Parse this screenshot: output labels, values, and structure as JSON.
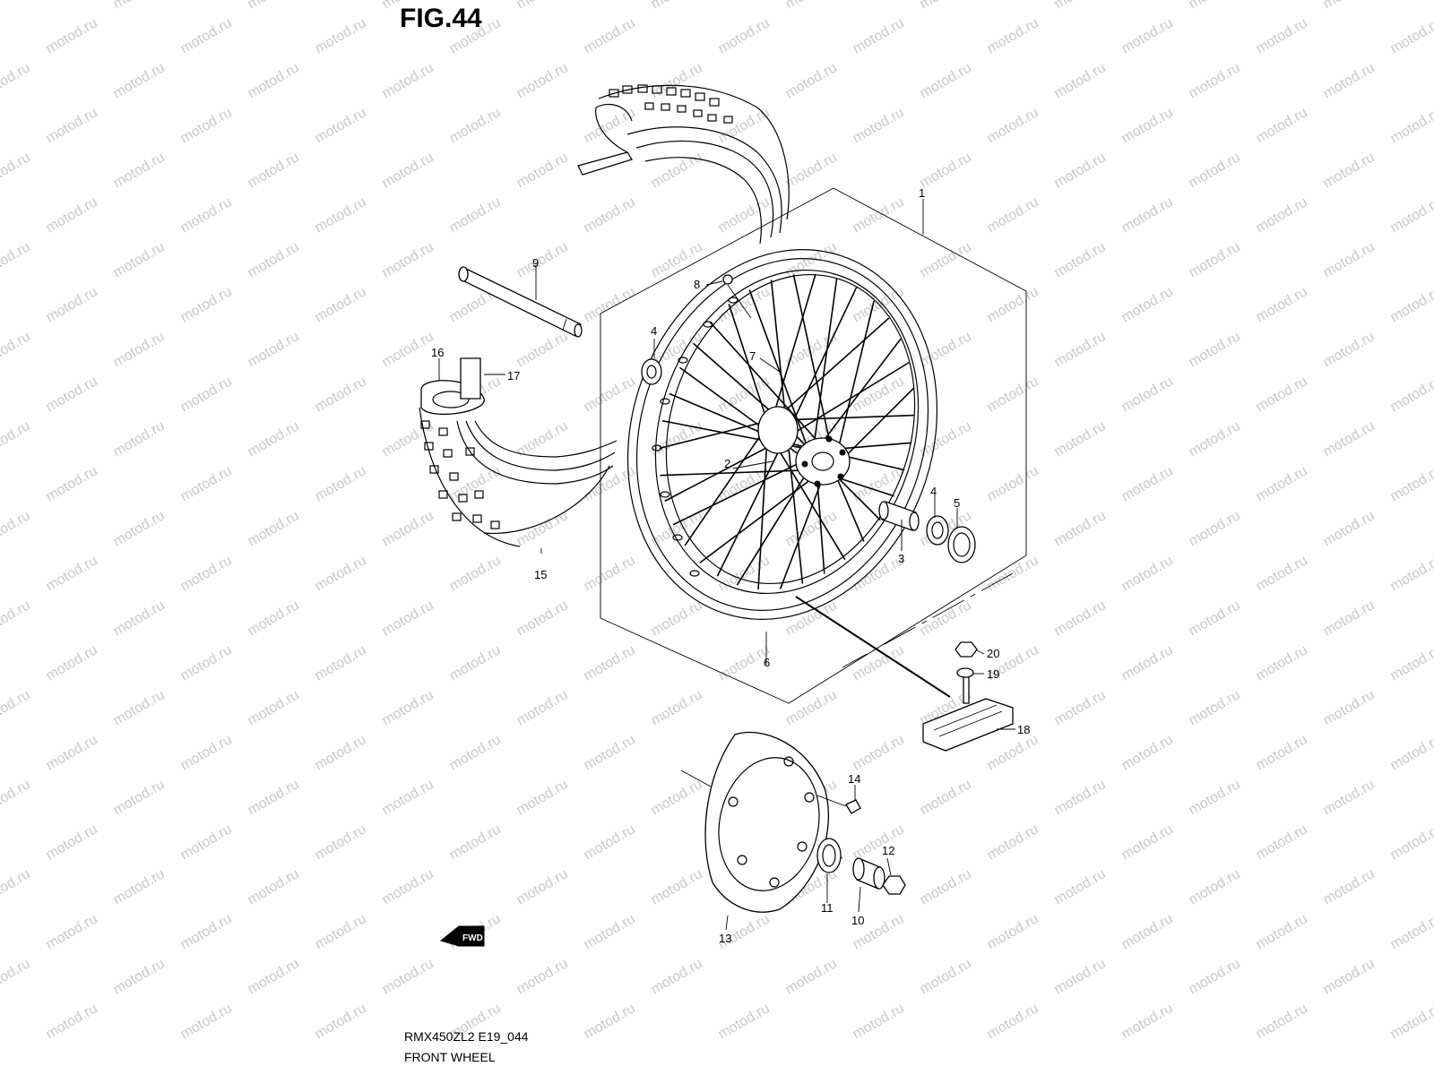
{
  "figure": {
    "title": "FIG.44",
    "model_code": "RMX450ZL2 E19_044",
    "name": "FRONT WHEEL"
  },
  "watermark": {
    "text": "motod.ru",
    "color": "#c9c9c9"
  },
  "fwd_arrow": {
    "label": "FWD"
  },
  "callouts": [
    {
      "number": "1",
      "part": "wheel-assembly"
    },
    {
      "number": "2",
      "part": "hub"
    },
    {
      "number": "3",
      "part": "spacer"
    },
    {
      "number": "4",
      "part": "bearing-left"
    },
    {
      "number": "4",
      "part": "bearing-right"
    },
    {
      "number": "5",
      "part": "oil-seal"
    },
    {
      "number": "6",
      "part": "rim"
    },
    {
      "number": "7",
      "part": "spoke-set"
    },
    {
      "number": "8",
      "part": "nipple"
    },
    {
      "number": "9",
      "part": "axle"
    },
    {
      "number": "10",
      "part": "collar"
    },
    {
      "number": "11",
      "part": "dust-seal"
    },
    {
      "number": "12",
      "part": "axle-nut"
    },
    {
      "number": "13",
      "part": "brake-disc"
    },
    {
      "number": "14",
      "part": "disc-bolt"
    },
    {
      "number": "15",
      "part": "tire"
    },
    {
      "number": "16",
      "part": "tube"
    },
    {
      "number": "17",
      "part": "rim-band"
    },
    {
      "number": "18",
      "part": "rim-lock"
    },
    {
      "number": "19",
      "part": "washer"
    },
    {
      "number": "20",
      "part": "nut"
    }
  ]
}
